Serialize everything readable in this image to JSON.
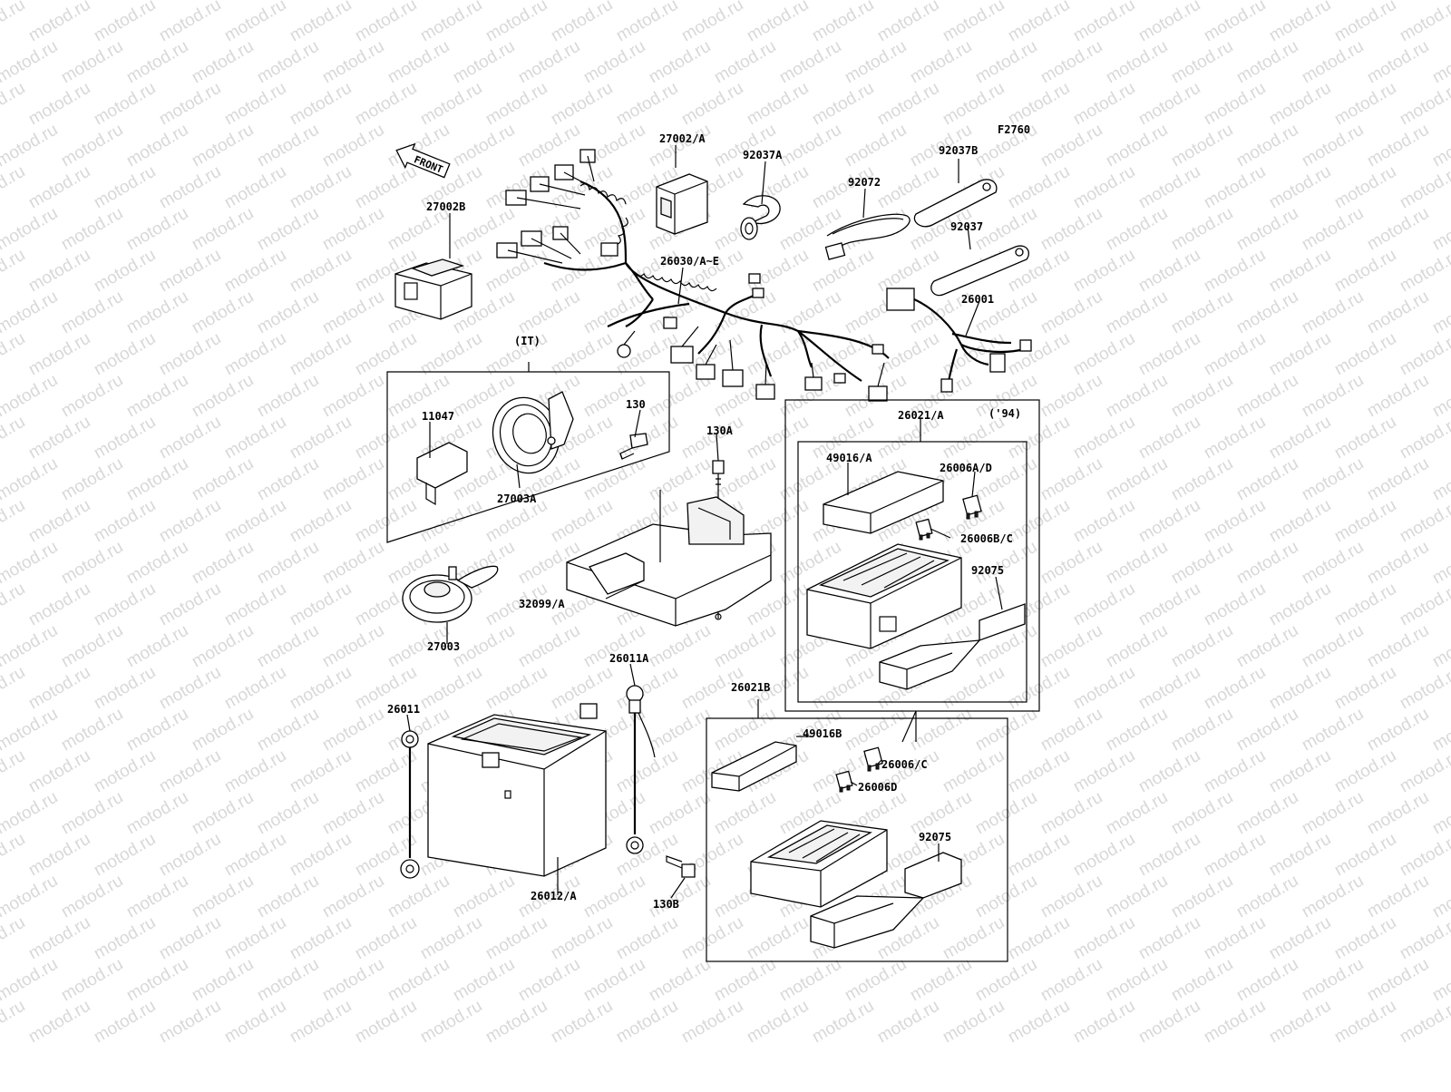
{
  "diagram": {
    "code": "F2760",
    "watermark": "motod.ru",
    "front_label": "FRONT",
    "groups": {
      "it": "(IT)",
      "y94": "('94)"
    },
    "parts": {
      "p27002A": "27002/A",
      "p92037A": "92037A",
      "p92072": "92072",
      "p92037B": "92037B",
      "p92037": "92037",
      "p27002B": "27002B",
      "p26030": "26030/A~E",
      "p26001": "26001",
      "p11047": "11047",
      "p130": "130",
      "p130A": "130A",
      "p27003A": "27003A",
      "p26021A": "26021/A",
      "p49016A": "49016/A",
      "p26006AD": "26006A/D",
      "p26006BC": "26006B/C",
      "p92075a": "92075",
      "p32099": "32099/A",
      "p27003": "27003",
      "p26011A": "26011A",
      "p26011": "26011",
      "p26021B": "26021B",
      "p49016B": "49016B",
      "p26006C": "26006/C",
      "p26006D": "26006D",
      "p92075b": "92075",
      "p26012": "26012/A",
      "p130B": "130B"
    }
  }
}
